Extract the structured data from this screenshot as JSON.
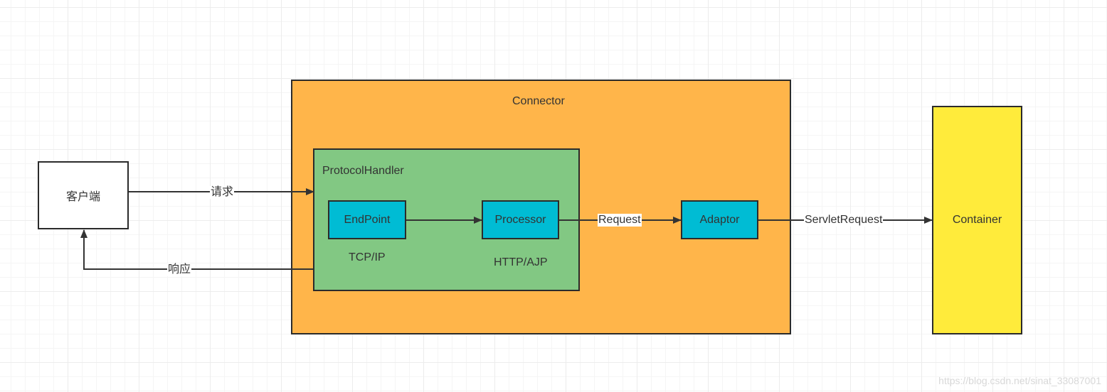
{
  "nodes": {
    "connector": "Connector",
    "protocol_handler": "ProtocolHandler",
    "client": "客户端",
    "endpoint": "EndPoint",
    "processor": "Processor",
    "adaptor": "Adaptor",
    "container": "Container",
    "tcp_ip": "TCP/IP",
    "http_ajp": "HTTP/AJP"
  },
  "edges": {
    "request_cn": "请求",
    "response_cn": "响应",
    "request": "Request",
    "servlet_request": "ServletRequest"
  },
  "watermark": "https://blog.csdn.net/sinat_33087001",
  "colors": {
    "connector": "#ffb54a",
    "protocol_handler": "#82c883",
    "component": "#00bcd4",
    "container": "#ffeb3b",
    "line": "#333333"
  }
}
